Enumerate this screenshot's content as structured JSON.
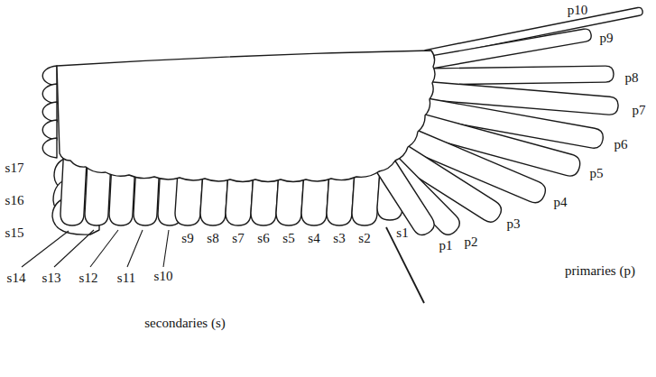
{
  "diagram": {
    "labels": [
      "p10",
      "p9",
      "p8",
      "p7",
      "p6",
      "p5",
      "p4",
      "p3",
      "p2",
      "p1",
      "s17",
      "s16",
      "s15",
      "s9",
      "s8",
      "s7",
      "s6",
      "s5",
      "s4",
      "s3",
      "s2",
      "s1",
      "s14",
      "s13",
      "s12",
      "s11",
      "s10",
      "primaries (p)",
      "secondaries (s)"
    ]
  }
}
